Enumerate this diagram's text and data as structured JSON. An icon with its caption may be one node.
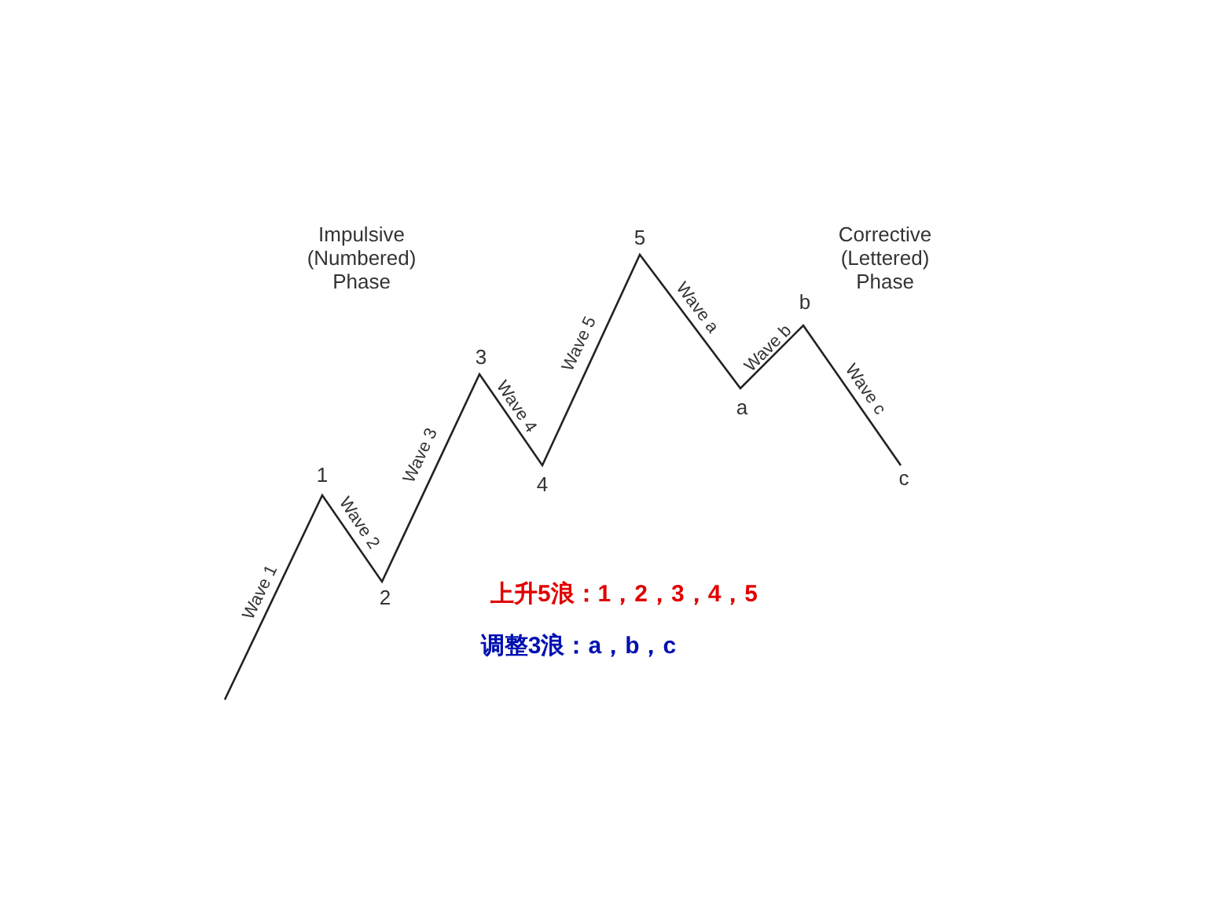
{
  "diagram": {
    "labels": [
      "Impulsive (Numbered) Phase",
      "5",
      "Corrective (Lettered) Phase",
      "b",
      "Wave a",
      "Wave 5",
      "3",
      "Wave b",
      "a",
      "Wave 4",
      "Wave c",
      "1",
      "Wave 3",
      "4",
      "Wave 2",
      "c",
      "2",
      "上升5浪：1，2，3，4，5",
      "Wave 1",
      "调整3浪：a，b，c"
    ]
  }
}
